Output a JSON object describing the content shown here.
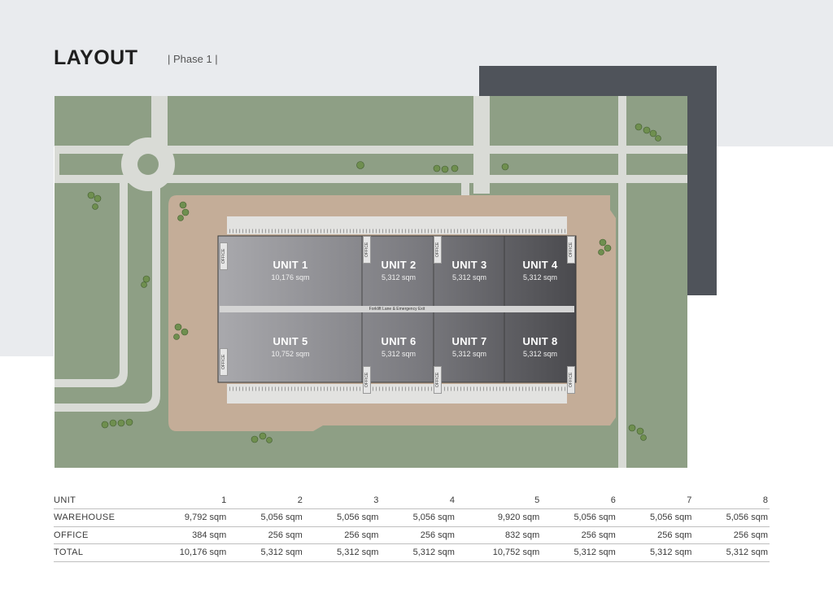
{
  "page": {
    "title": "LAYOUT",
    "phase": "| Phase 1 |"
  },
  "plan": {
    "lane_label": "Forklift Lane & Emergency Exit",
    "office_label": "OFFICE",
    "units": [
      {
        "name": "UNIT 1",
        "area": "10,176 sqm"
      },
      {
        "name": "UNIT 2",
        "area": "5,312 sqm"
      },
      {
        "name": "UNIT 3",
        "area": "5,312 sqm"
      },
      {
        "name": "UNIT 4",
        "area": "5,312 sqm"
      },
      {
        "name": "UNIT 5",
        "area": "10,752 sqm"
      },
      {
        "name": "UNIT 6",
        "area": "5,312 sqm"
      },
      {
        "name": "UNIT 7",
        "area": "5,312 sqm"
      },
      {
        "name": "UNIT 8",
        "area": "5,312 sqm"
      }
    ],
    "colors": {
      "grass": "#8e9f85",
      "road": "#d9dbd6",
      "yard": "#c4ad98",
      "building_light": "#a6a6aa",
      "building_dark": "#4a4a4e",
      "tree": "#6f8f4f"
    }
  },
  "table": {
    "header": [
      "UNIT",
      "1",
      "2",
      "3",
      "4",
      "5",
      "6",
      "7",
      "8"
    ],
    "rows": [
      {
        "label": "WAREHOUSE",
        "values": [
          "9,792 sqm",
          "5,056 sqm",
          "5,056 sqm",
          "5,056 sqm",
          "9,920 sqm",
          "5,056 sqm",
          "5,056 sqm",
          "5,056 sqm"
        ]
      },
      {
        "label": "OFFICE",
        "values": [
          "384 sqm",
          "256 sqm",
          "256 sqm",
          "256 sqm",
          "832 sqm",
          "256 sqm",
          "256 sqm",
          "256 sqm"
        ]
      },
      {
        "label": "TOTAL",
        "values": [
          "10,176 sqm",
          "5,312 sqm",
          "5,312 sqm",
          "5,312 sqm",
          "10,752 sqm",
          "5,312 sqm",
          "5,312 sqm",
          "5,312 sqm"
        ]
      }
    ]
  }
}
